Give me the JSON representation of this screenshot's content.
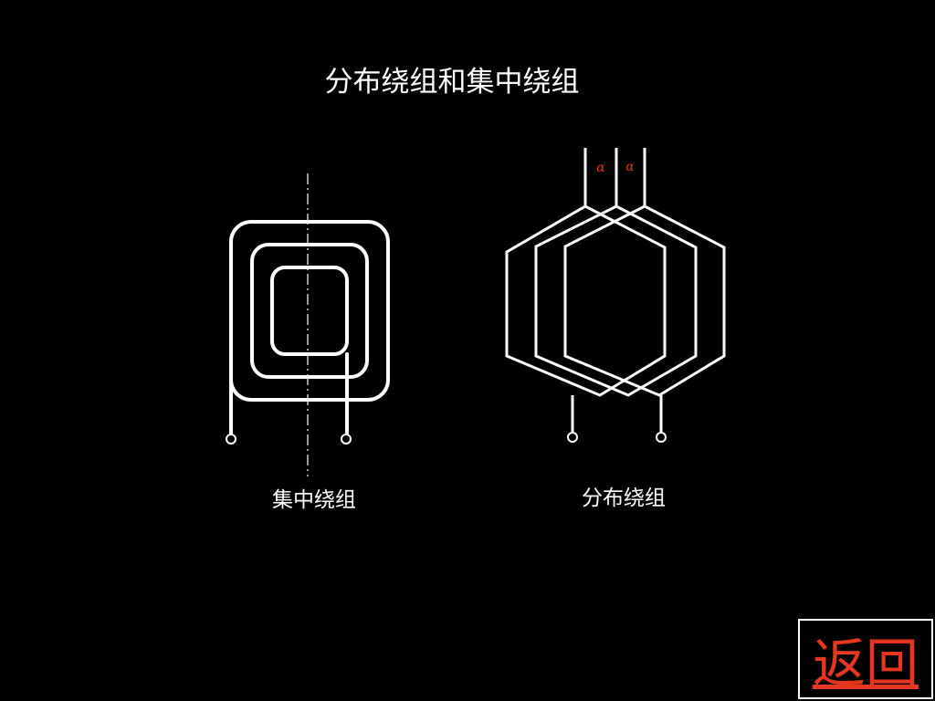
{
  "title": "分布绕组和集中绕组",
  "captions": {
    "concentrated": "集中绕组",
    "distributed": "分布绕组"
  },
  "angle_labels": [
    "α",
    "α"
  ],
  "back_button": "返回",
  "colors": {
    "background": "#000000",
    "lines": "#ffffff",
    "angle_label": "#e8361f",
    "back_button_text": "#e8361f"
  }
}
